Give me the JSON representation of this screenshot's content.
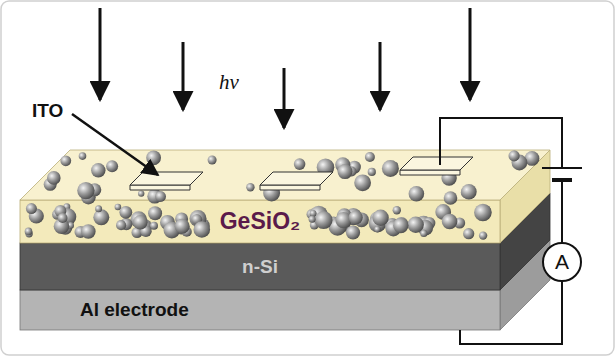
{
  "diagram": {
    "nodes": [
      {
        "text": [
          "GeSiO₂"
        ]
      },
      {
        "text": [
          "n-Si"
        ]
      },
      {
        "text": [
          "Al electrode"
        ]
      },
      {
        "text": [
          "A"
        ]
      }
    ],
    "edges": [
      {
        "from": 3,
        "to": 2,
        "arrow": "none"
      }
    ],
    "labels": [
      "ITO",
      "hν"
    ]
  }
}
